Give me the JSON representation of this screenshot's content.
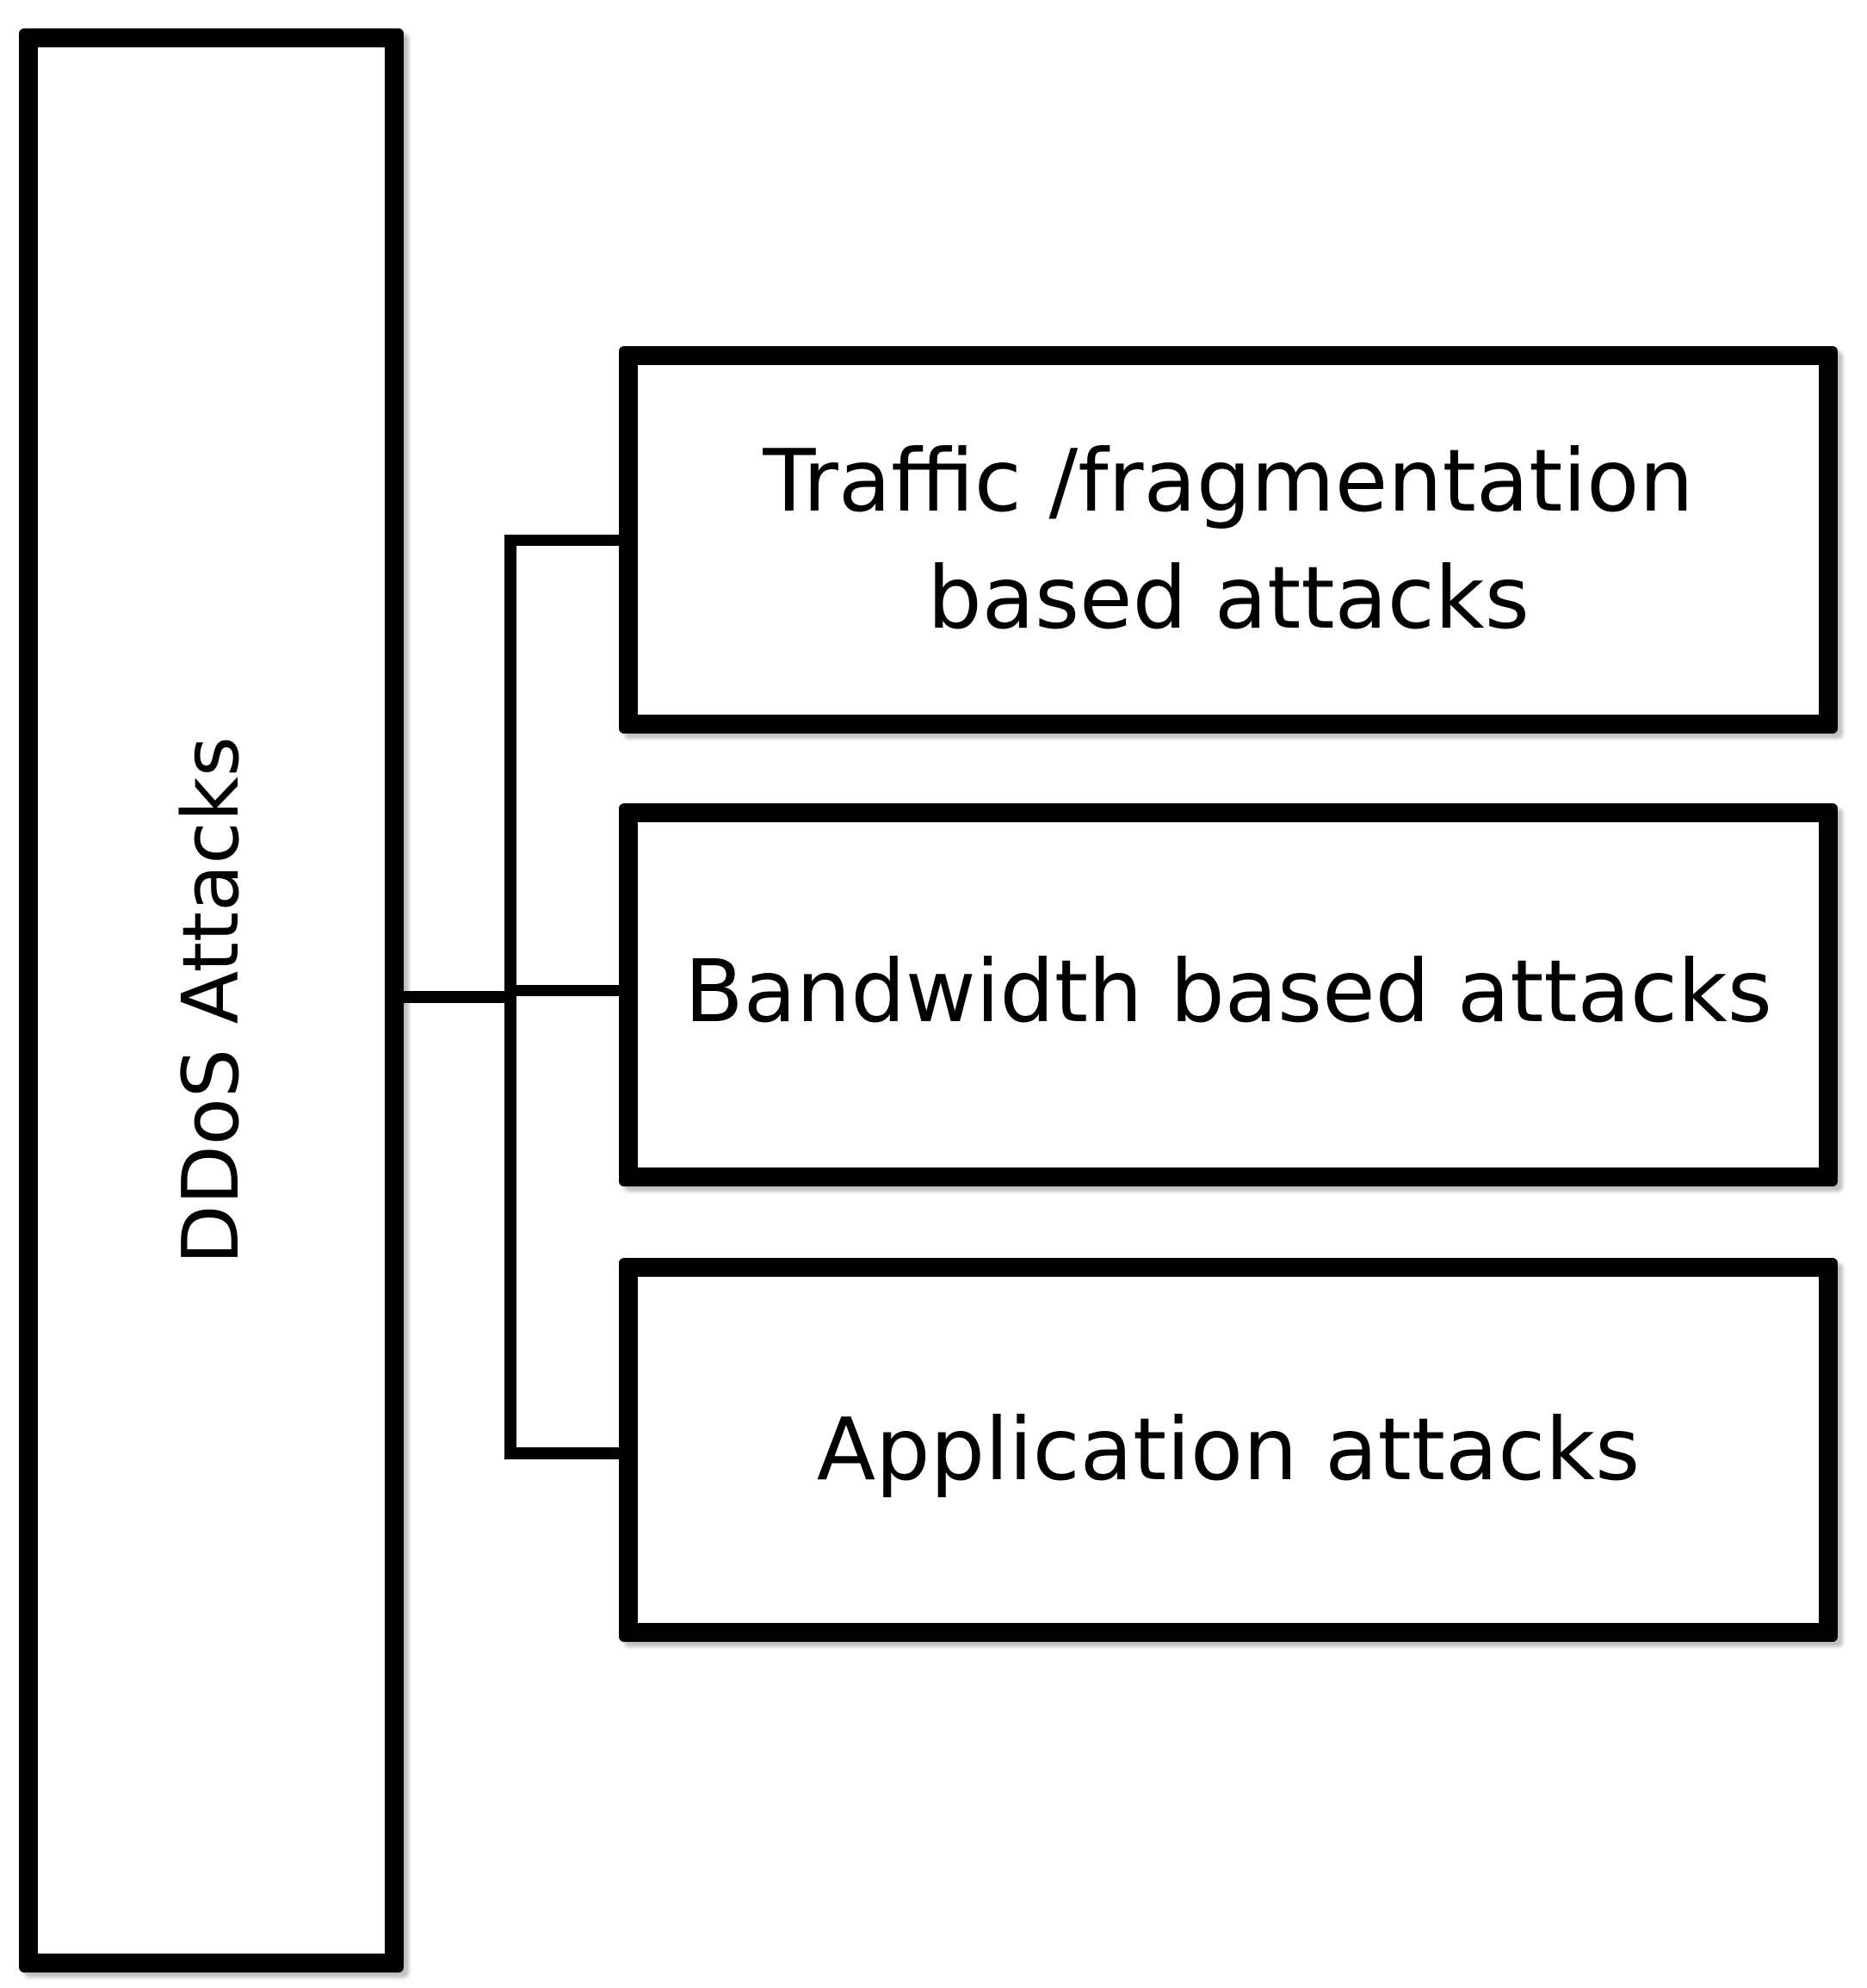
{
  "diagram": {
    "root": {
      "label": "DDoS Attacks"
    },
    "children": [
      {
        "label": "Traffic /fragmentation based attacks"
      },
      {
        "label": "Bandwidth based attacks"
      },
      {
        "label": "Application attacks"
      }
    ]
  },
  "colors": {
    "stroke": "#000000",
    "fill": "#ffffff",
    "text": "#000000"
  }
}
